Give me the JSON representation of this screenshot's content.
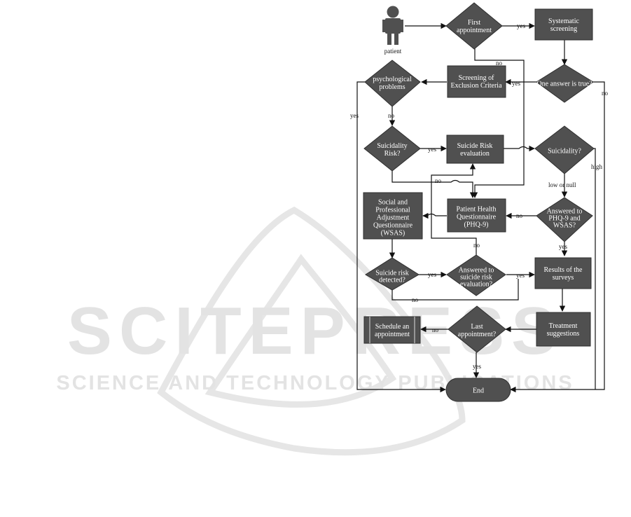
{
  "watermark": {
    "main": "SCITEPRESS",
    "sub": "SCIENCE AND TECHNOLOGY PUBLICATIONS",
    "color": "#e3e3e3"
  },
  "colors": {
    "node_fill": "#505050",
    "node_text": "#ffffff",
    "edge": "#111111",
    "label": "#111111"
  },
  "actor": {
    "icon": "person-icon",
    "label": "patient"
  },
  "nodes": {
    "first_appointment": [
      "First",
      "appointment"
    ],
    "systematic_screening": [
      "Systematic",
      "screening"
    ],
    "one_answer_true": [
      "One answer is true?"
    ],
    "screening_exclusion": [
      "Screening of",
      "Exclusion Criteria"
    ],
    "psychological_problems": [
      "psychological",
      "problems"
    ],
    "suicidality_risk": [
      "Suicidality",
      "Risk?"
    ],
    "suicide_risk_evaluation": [
      "Suicide Risk",
      "evaluation"
    ],
    "suicidality": [
      "Suicidality?"
    ],
    "answered_phq_wsas": [
      "Answered to",
      "PHQ-9 and",
      "WSAS?"
    ],
    "phq9": [
      "Patient Health",
      "Questionnaire",
      "(PHQ-9)"
    ],
    "wsas": [
      "Social and",
      "Professional",
      "Adjustment",
      "Questionnaire",
      "(WSAS)"
    ],
    "suicide_risk_detected": [
      "Suicide risk",
      "detected?"
    ],
    "answered_suicide_eval": [
      "Answered to",
      "suicide risk",
      "evaluation?"
    ],
    "results_surveys": [
      "Results of the",
      "surveys"
    ],
    "treatment_suggestions": [
      "Treatment",
      "suggestions"
    ],
    "last_appointment": [
      "Last",
      "appointment?"
    ],
    "schedule_appointment": [
      "Schedule an",
      "appointment"
    ],
    "end": [
      "End"
    ]
  },
  "edge_labels": {
    "first_yes": "yes",
    "first_no": "no",
    "answer_yes": "yes",
    "answer_no": "no",
    "psych_yes": "yes",
    "psych_no": "no",
    "risk_yes": "yes",
    "risk_no": "no",
    "suicidality_low": "low or null",
    "suicidality_high": "high",
    "phq_no": "no",
    "phq_yes": "yes",
    "eval_no": "no",
    "detected_yes": "yes",
    "detected_no": "no",
    "eval_yes": "yes",
    "last_no": "no",
    "last_yes": "yes"
  }
}
